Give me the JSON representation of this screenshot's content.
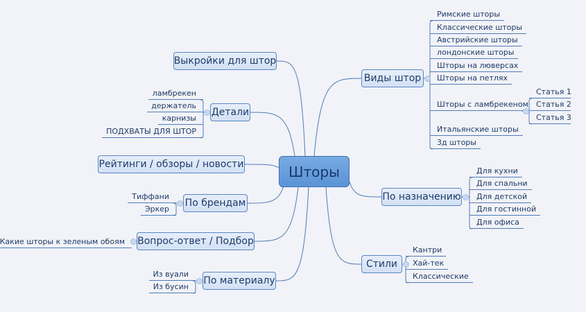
{
  "central": "Шторы",
  "branches": {
    "vidy": {
      "label": "Виды штор",
      "items": [
        "Римские шторы",
        "Классические шторы",
        "Австрийские шторы",
        "лондонские шторы",
        "Шторы на люверсах",
        "Шторы на петлях",
        "Шторы с ламбрекеном",
        "Итальянские шторы",
        "3д шторы"
      ],
      "sub": [
        "Статья 1",
        "Статья 2",
        "Статья 3"
      ]
    },
    "naznach": {
      "label": "По назначению",
      "items": [
        "Для кухни",
        "Для спальни",
        "Для детской",
        "Для гостинной",
        "Для офиса"
      ]
    },
    "stili": {
      "label": "Стили",
      "items": [
        "Кантри",
        "Хай-тек",
        "Классические"
      ]
    },
    "vykroiki": {
      "label": "Выкройки для штор"
    },
    "detali": {
      "label": "Детали",
      "items": [
        "ламбрекен",
        "держатель",
        "карнизы",
        "ПОДХВАТЫ ДЛЯ ШТОР"
      ]
    },
    "reiting": {
      "label": "Рейтинги / обзоры / новости"
    },
    "brendy": {
      "label": "По брендам",
      "items": [
        "Тиффани",
        "Эркер"
      ]
    },
    "vopros": {
      "label": "Вопрос-ответ / Подбор",
      "items": [
        "Какие шторы к зеленым обоям"
      ]
    },
    "material": {
      "label": "По материалу",
      "items": [
        "Из вуали",
        "Из бусин"
      ]
    }
  }
}
